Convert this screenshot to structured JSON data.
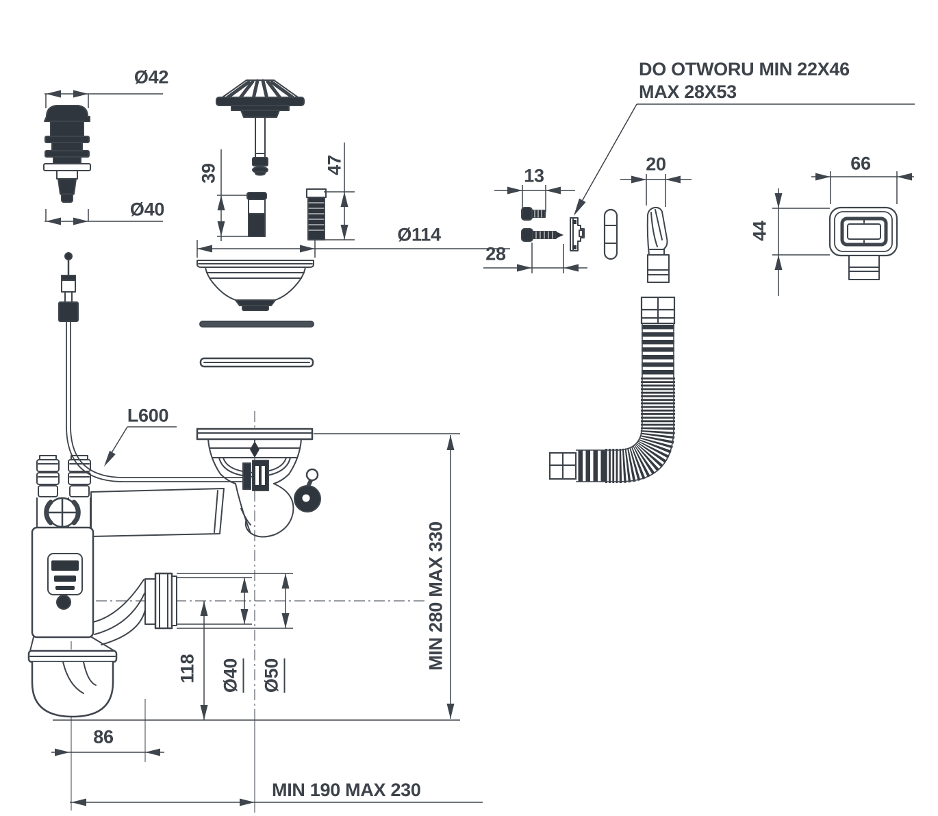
{
  "colors": {
    "line": "#3f454c",
    "fill_dark": "#30363d",
    "text": "#3d434a",
    "background": "#ffffff"
  },
  "callout": {
    "line1": "DO OTWORU MIN 22X46",
    "line2": "MAX 28X53"
  },
  "labels": {
    "knob_top_dia": "Ø42",
    "knob_bottom_dia": "Ø40",
    "strainer_screw_short": "39",
    "strainer_screw_long": "47",
    "strainer_flange_dia": "Ø114",
    "cable_length": "L600",
    "overflow_screw_short": "13",
    "overflow_screw_long": "28",
    "overflow_elbow_width": "20",
    "overflow_cover_width": "66",
    "overflow_cover_height": "44",
    "siphon_height_range": "MIN 280 MAX 330",
    "siphon_trap_depth": "118",
    "siphon_outlet_dia": "Ø40",
    "siphon_nut_dia": "Ø50",
    "siphon_trap_offset": "86",
    "siphon_reach_range": "MIN 190 MAX 230"
  }
}
